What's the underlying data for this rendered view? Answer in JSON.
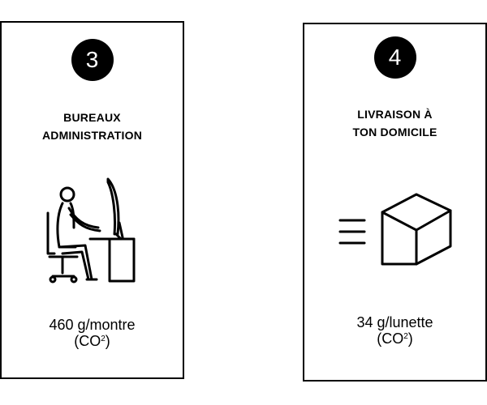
{
  "cards": [
    {
      "badge": "3",
      "title_line1": "BUREAUX",
      "title_line2": "ADMINISTRATION",
      "icon": "person-at-desk-icon",
      "metric_line1": "460 g/montre",
      "metric_unit": "(CO",
      "metric_sup": "2",
      "metric_close": ")"
    },
    {
      "badge": "4",
      "title_line1": "LIVRAISON À",
      "title_line2": "TON DOMICILE",
      "icon": "moving-box-icon",
      "metric_line1": "34 g/lunette",
      "metric_unit": "(CO",
      "metric_sup": "2",
      "metric_close": ")"
    }
  ]
}
